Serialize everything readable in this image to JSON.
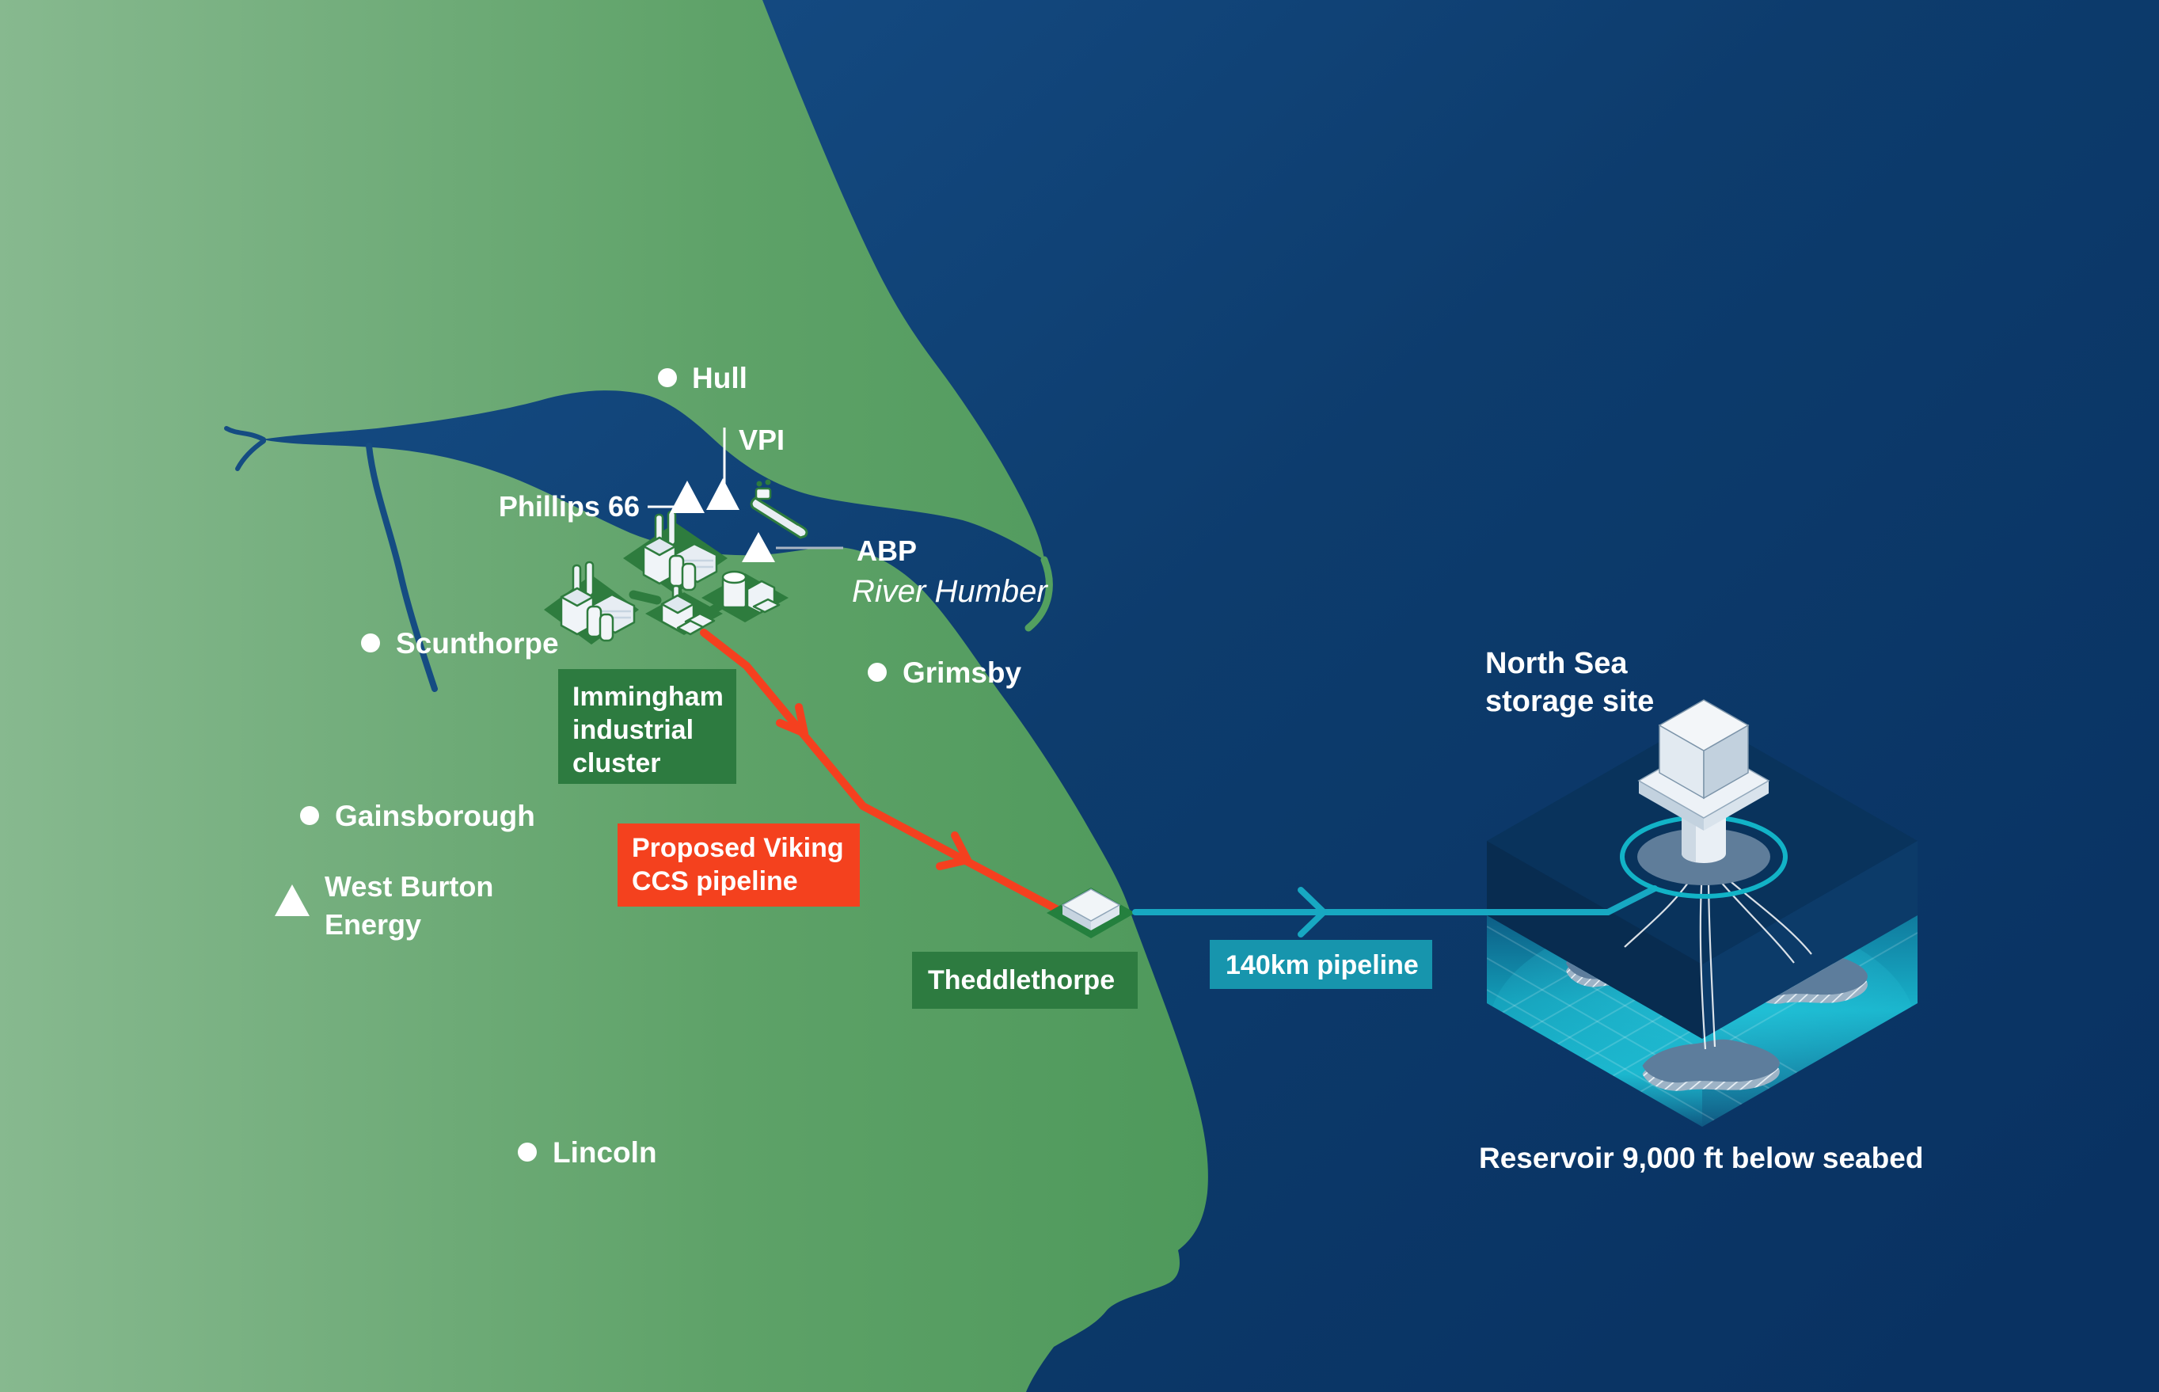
{
  "map": {
    "cities": [
      {
        "label": "Hull"
      },
      {
        "label": "Scunthorpe"
      },
      {
        "label": "Grimsby"
      },
      {
        "label": "Gainsborough"
      },
      {
        "label": "Lincoln"
      }
    ],
    "facilities": {
      "phillips66": {
        "label": "Phillips 66"
      },
      "vpi": {
        "label": "VPI"
      },
      "abp": {
        "label": "ABP"
      },
      "west_burton": {
        "line1": "West Burton",
        "line2": "Energy"
      }
    },
    "river": {
      "label": "River Humber"
    },
    "callouts": {
      "immingham": {
        "line1": "Immingham",
        "line2": "industrial",
        "line3": "cluster"
      },
      "viking": {
        "line1": "Proposed Viking",
        "line2": "CCS pipeline"
      },
      "theddlethorpe": {
        "label": "Theddlethorpe"
      },
      "pipeline140": {
        "label": "140km pipeline"
      }
    },
    "storage": {
      "line1": "North Sea",
      "line2": "storage site",
      "caption": "Reservoir 9,000 ft below seabed"
    },
    "icons": {
      "city_marker": "dot-icon",
      "plant_marker": "triangle-icon",
      "factory": "factory-icon",
      "ship": "ship-icon",
      "terminal": "diamond-platform-icon",
      "rig": "offshore-platform-icon"
    },
    "colors": {
      "land_left": "#87b98f",
      "land_right": "#4e995b",
      "sea_left": "#17508a",
      "sea_right": "#093262",
      "callout_green": "#2d7b40",
      "callout_red": "#f4411e",
      "callout_teal": "#1795ad",
      "pipeline_red": "#f4401f",
      "pipeline_teal": "#17a8c2"
    }
  }
}
